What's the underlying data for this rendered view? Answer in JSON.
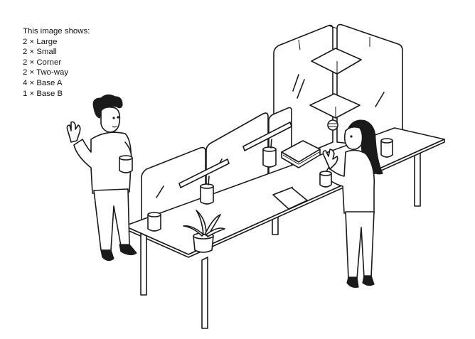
{
  "caption": {
    "heading": "This image shows:",
    "items": [
      "2 × Large",
      "2 × Small",
      "2 × Corner",
      "2 × Two-way",
      "4 × Base A",
      "1 × Base B"
    ]
  },
  "colors": {
    "ink": "#1a1a1a",
    "background": "#ffffff"
  }
}
